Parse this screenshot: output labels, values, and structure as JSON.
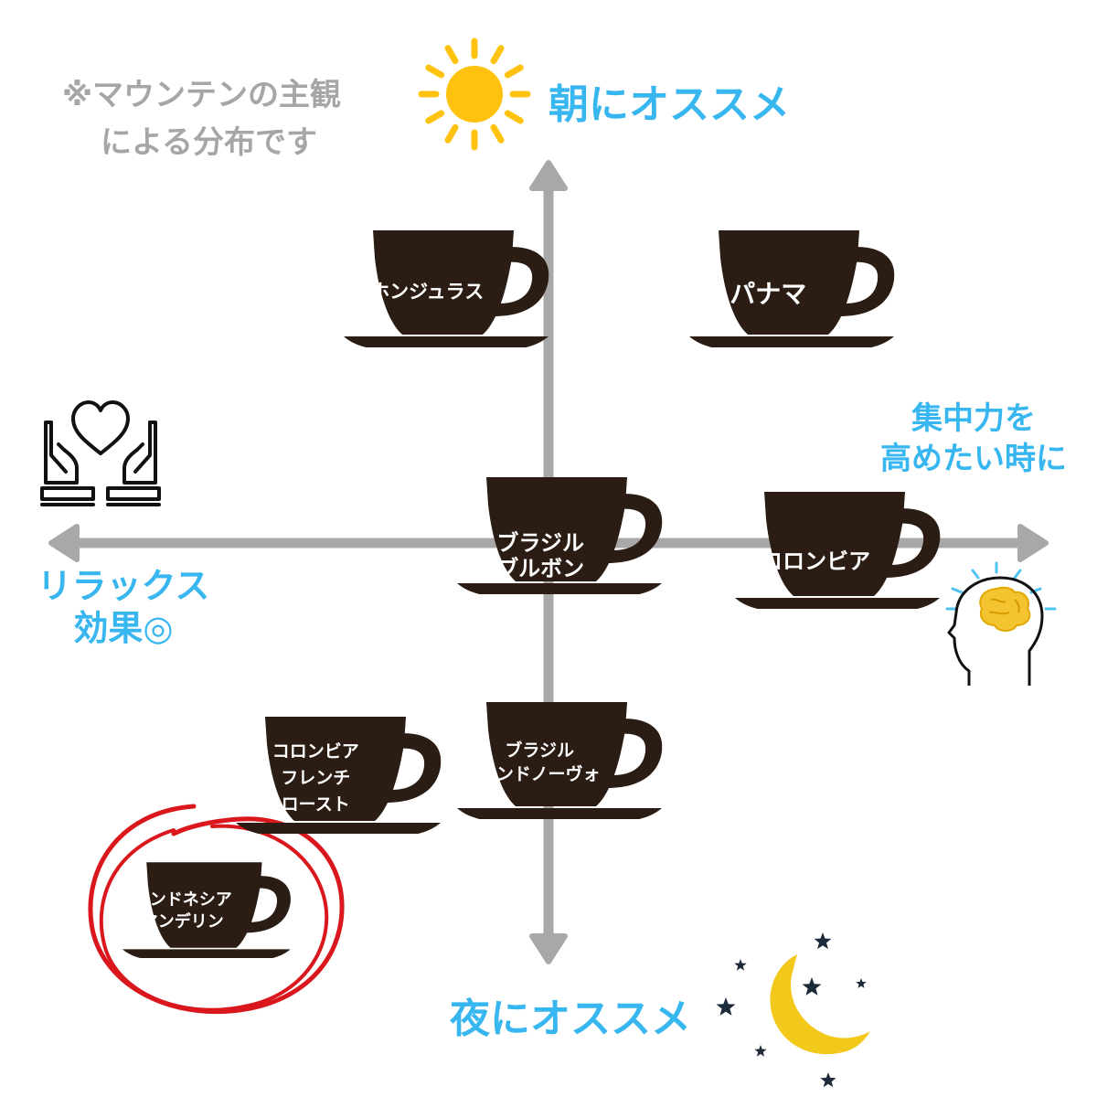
{
  "note": {
    "line1": "※マウンテンの主観",
    "line2": "による分布です"
  },
  "axes": {
    "top": "朝にオススメ",
    "bottom": "夜にオススメ",
    "right": [
      "集中力を",
      "高めたい時に"
    ],
    "left": [
      "リラックス",
      "効果◎"
    ]
  },
  "cups": [
    {
      "id": "honduras",
      "lines": [
        "ホンジュラス"
      ]
    },
    {
      "id": "panama",
      "lines": [
        "パナマ"
      ]
    },
    {
      "id": "brazil-bourbon",
      "lines": [
        "ブラジル",
        "ブルボン"
      ]
    },
    {
      "id": "colombia",
      "lines": [
        "コロンビア"
      ]
    },
    {
      "id": "brazil-mundo-novo",
      "lines": [
        "ブラジル",
        "ムンドノーヴォ"
      ]
    },
    {
      "id": "colombia-french-roast",
      "lines": [
        "コロンビア",
        "フレンチ",
        "ロースト"
      ]
    },
    {
      "id": "indonesia-mandheling",
      "lines": [
        "インドネシア",
        "マンデリン"
      ]
    }
  ],
  "icons": [
    "sun-icon",
    "moon-stars-icon",
    "heart-hands-icon",
    "brain-head-icon"
  ],
  "colors": {
    "accent": "#38b6f0",
    "cup": "#2b1d14",
    "axis": "#a8a8a8",
    "note": "#a6a6a6",
    "sun": "#ffc20e",
    "moon": "#f2c81a",
    "highlight": "#d9171c"
  }
}
